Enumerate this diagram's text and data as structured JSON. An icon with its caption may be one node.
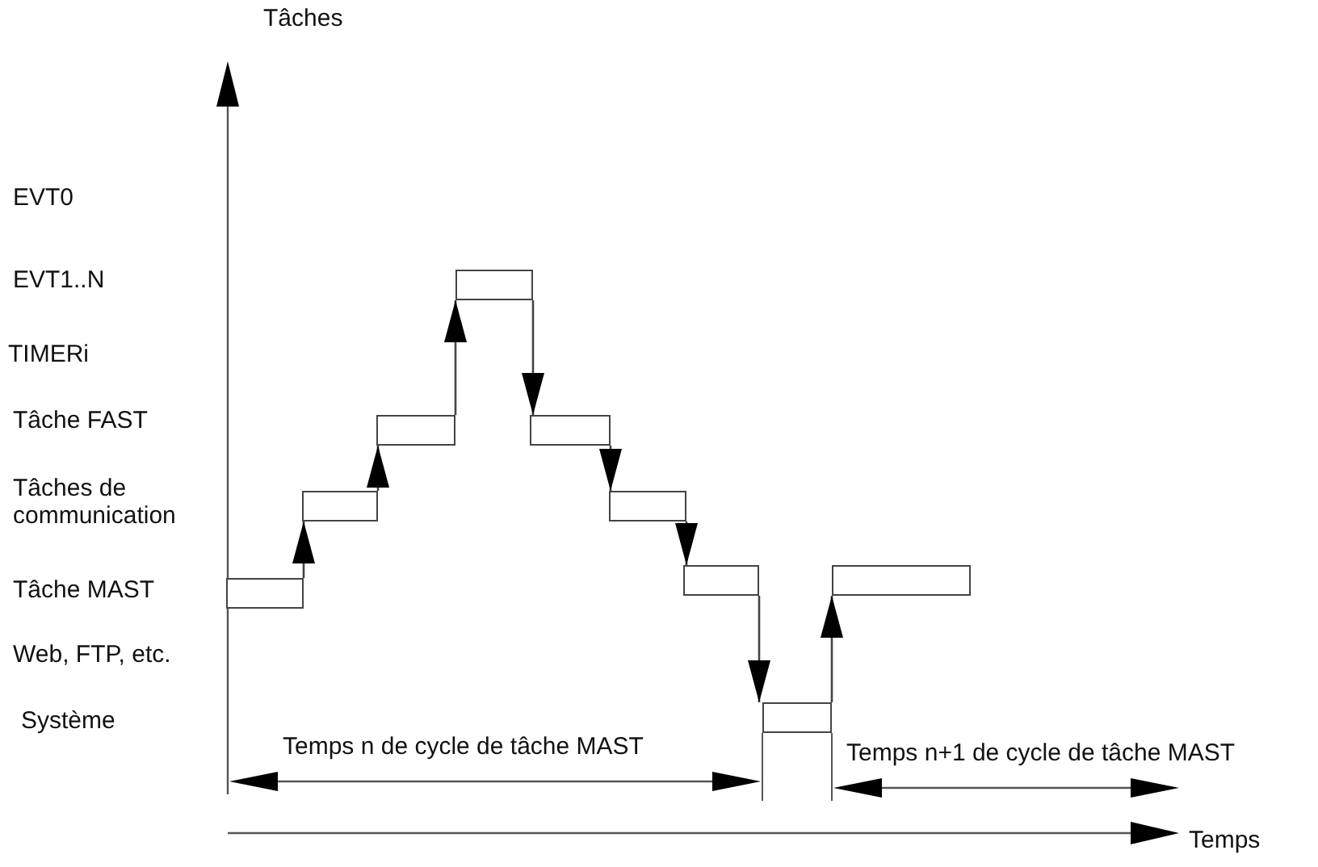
{
  "diagram": {
    "nodes": [
      {
        "text": [],
        "shape": "bar"
      },
      {
        "text": [],
        "shape": "bar"
      },
      {
        "text": [],
        "shape": "bar"
      },
      {
        "text": [],
        "shape": "bar"
      },
      {
        "text": [],
        "shape": "bar"
      },
      {
        "text": [],
        "shape": "bar"
      },
      {
        "text": [],
        "shape": "bar"
      },
      {
        "text": [],
        "shape": "bar"
      },
      {
        "text": [],
        "shape": "bar"
      }
    ],
    "edges": [
      {
        "from": 0,
        "to": 1,
        "arrow": "to"
      },
      {
        "from": 1,
        "to": 2,
        "arrow": "to"
      },
      {
        "from": 2,
        "to": 3,
        "arrow": "to"
      },
      {
        "from": 3,
        "to": 4,
        "arrow": "to"
      },
      {
        "from": 4,
        "to": 5,
        "arrow": "to"
      },
      {
        "from": 5,
        "to": 6,
        "arrow": "to"
      },
      {
        "from": 6,
        "to": 7,
        "arrow": "to"
      },
      {
        "from": 7,
        "to": 8,
        "arrow": "to"
      }
    ],
    "labels": [
      "Tâches",
      "EVT0",
      "EVT1..N",
      "TIMERi",
      "Tâche FAST",
      "Tâches de communication",
      "Tâche MAST",
      "Web, FTP, etc.",
      "Système",
      "Temps n de cycle de tâche MAST",
      "Temps n+1 de cycle de tâche MAST",
      "Temps"
    ]
  }
}
